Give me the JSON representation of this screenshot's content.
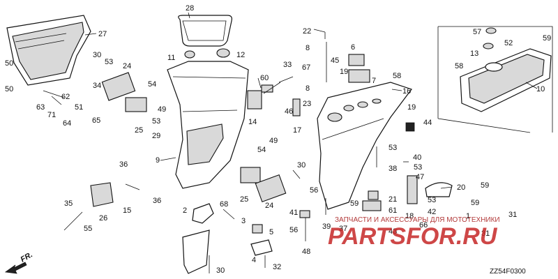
{
  "callouts": [
    {
      "text": "28"
    },
    {
      "text": "27"
    },
    {
      "text": "50"
    },
    {
      "text": "50"
    },
    {
      "text": "30"
    },
    {
      "text": "53"
    },
    {
      "text": "24"
    },
    {
      "text": "34"
    },
    {
      "text": "62"
    },
    {
      "text": "51"
    },
    {
      "text": "63"
    },
    {
      "text": "71"
    },
    {
      "text": "64"
    },
    {
      "text": "65"
    },
    {
      "text": "25"
    },
    {
      "text": "54"
    },
    {
      "text": "49"
    },
    {
      "text": "53"
    },
    {
      "text": "29"
    },
    {
      "text": "11"
    },
    {
      "text": "12"
    },
    {
      "text": "33"
    },
    {
      "text": "60"
    },
    {
      "text": "22"
    },
    {
      "text": "8"
    },
    {
      "text": "67"
    },
    {
      "text": "6"
    },
    {
      "text": "45"
    },
    {
      "text": "19"
    },
    {
      "text": "7"
    },
    {
      "text": "58"
    },
    {
      "text": "8"
    },
    {
      "text": "16"
    },
    {
      "text": "23"
    },
    {
      "text": "46"
    },
    {
      "text": "17"
    },
    {
      "text": "14"
    },
    {
      "text": "9"
    },
    {
      "text": "19"
    },
    {
      "text": "44"
    },
    {
      "text": "57"
    },
    {
      "text": "52"
    },
    {
      "text": "13"
    },
    {
      "text": "58"
    },
    {
      "text": "59"
    },
    {
      "text": "10"
    },
    {
      "text": "54"
    },
    {
      "text": "49"
    },
    {
      "text": "30"
    },
    {
      "text": "36"
    },
    {
      "text": "25"
    },
    {
      "text": "24"
    },
    {
      "text": "15"
    },
    {
      "text": "36"
    },
    {
      "text": "35"
    },
    {
      "text": "26"
    },
    {
      "text": "55"
    },
    {
      "text": "2"
    },
    {
      "text": "68"
    },
    {
      "text": "3"
    },
    {
      "text": "5"
    },
    {
      "text": "4"
    },
    {
      "text": "32"
    },
    {
      "text": "30"
    },
    {
      "text": "53"
    },
    {
      "text": "40"
    },
    {
      "text": "53"
    },
    {
      "text": "38"
    },
    {
      "text": "47"
    },
    {
      "text": "20"
    },
    {
      "text": "56"
    },
    {
      "text": "59"
    },
    {
      "text": "21"
    },
    {
      "text": "61"
    },
    {
      "text": "18"
    },
    {
      "text": "53"
    },
    {
      "text": "42"
    },
    {
      "text": "41"
    },
    {
      "text": "39"
    },
    {
      "text": "37"
    },
    {
      "text": "43"
    },
    {
      "text": "66"
    },
    {
      "text": "56"
    },
    {
      "text": "48"
    },
    {
      "text": "59"
    },
    {
      "text": "59"
    },
    {
      "text": "31"
    },
    {
      "text": "31"
    },
    {
      "text": "1"
    }
  ],
  "watermark": {
    "top_text": "ЗАПЧАСТИ И АКСЕССУАРЫ ДЛЯ МОТОТЕХНИКИ",
    "logo_text": "PARTSFOR.RU"
  },
  "diagram_code": "ZZ54F0300",
  "direction_label": "FR."
}
